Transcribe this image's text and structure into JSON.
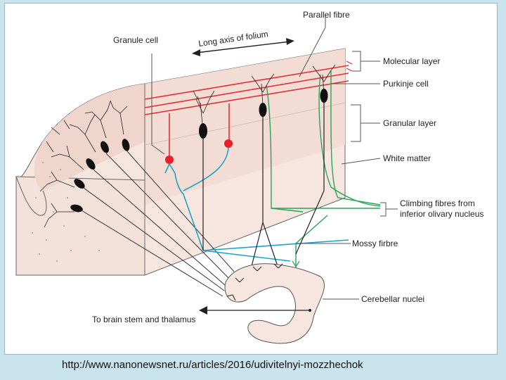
{
  "labels": {
    "parallel_fibre": "Parallel fibre",
    "granule_cell": "Granule cell",
    "long_axis": "Long axis of folium",
    "molecular_layer": "Molecular layer",
    "purkinje_cell": "Purkinje cell",
    "granular_layer": "Granular layer",
    "white_matter": "White matter",
    "climbing_fibres_1": "Climbing fibres from",
    "climbing_fibres_2": "inferior olivary nucleus",
    "mossy_fibre": "Mossy firbre",
    "cerebellar_nuclei": "Cerebellar nuclei",
    "brain_stem": "To brain stem and thalamus"
  },
  "footer": {
    "url": "http://www.nanonewsnet.ru/articles/2016/udivitelnyi-mozzhechok"
  },
  "colors": {
    "tissue": "#f6e3dc",
    "tissue_dark": "#efd2c8",
    "parallel_fibre": "#e0303a",
    "granule_cell": "#e8202a",
    "mossy_fibre": "#1aa3c9",
    "climbing_fibre": "#2aa35a",
    "neuron": "#1a1a1a",
    "outline": "#555555"
  }
}
